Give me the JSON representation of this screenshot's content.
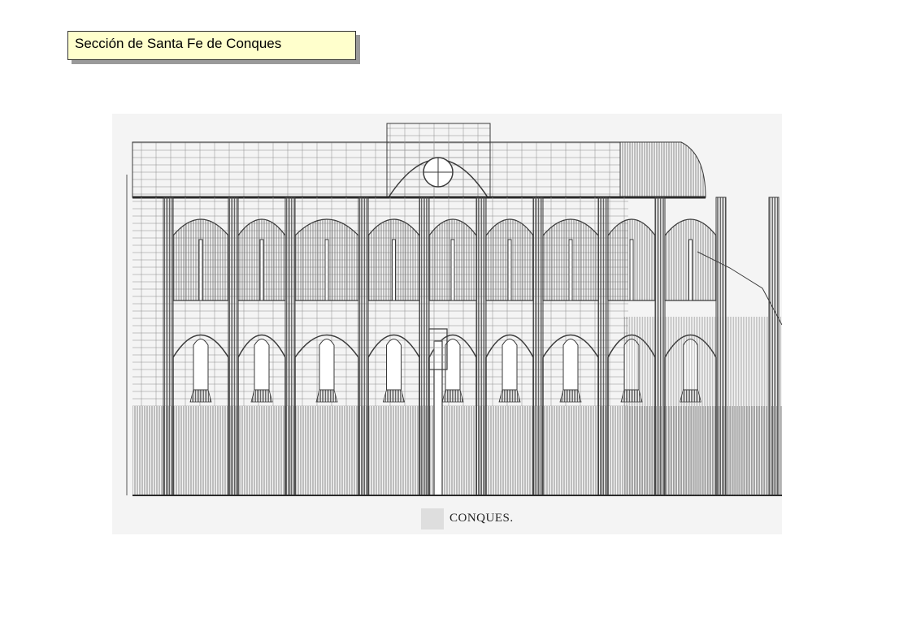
{
  "slide": {
    "title": "Sección de Santa Fe de Conques",
    "title_bg": "#ffffcc"
  },
  "drawing": {
    "subject": "Santa Fe de Conques",
    "caption": "CONQUES.",
    "ink_color": "#3a3a3a",
    "paper_color": "#f4f4f4"
  }
}
